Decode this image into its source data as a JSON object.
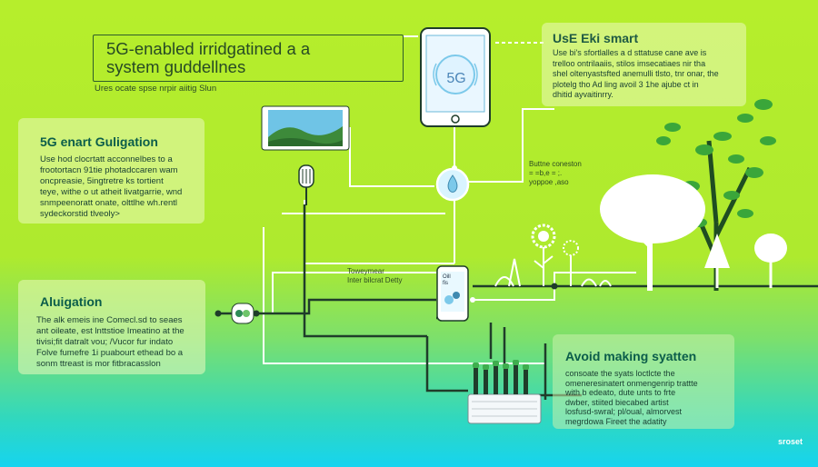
{
  "title": {
    "text": "5G-enabled irridgatined a a\nsystem guddellnes"
  },
  "subtitle": "Ures ocate spse nrpir aiitig Slun",
  "panel_top_right": {
    "heading": "UsE Eki smart",
    "body": "Use bi's sfortlalles a d sttatuse cane ave is\ntrelloo ontrilaaiis, stilos imsecatiaes nir tha\nshel oltenyastsfted anemulli tlsto, tnr onar, the\nplotelg tho Ad ling avoil 3 1he ajube ct in\ndhitid ayvaitinrry."
  },
  "panel_left_1": {
    "heading": "5G enart Guligation",
    "body": "Use hod clocrtatt acconnelbes to a\nfrootortacn 91tie photadccaren wam\noncpreasie, 5ingtretre ks tortient\nteye, withe o ut atheit livatgarrie, wnd\nsnmpeenoratt onate, olttlhe wh.rentl\nsydeckorstid tlveoly>"
  },
  "panel_left_2": {
    "heading": "Aluigation",
    "body": "The alk emeis ine Comecl.sd to seaes\nant oileate, est lnttstioe Imeatino at the\ntivisi;fit datralt vou; /Vucor fur indato\nFolve fumefre 1i puabourt ethead bo a\nsonm ttreast is mor fitbracasslon"
  },
  "panel_bottom_right": {
    "heading": "Avoid making syatten",
    "body": "consoate the syats loctlcte the\nomeneresinatert onmengenrip trattte\nwith b edeato, dute unts to frte\ndwber, stiited biecabed artist\nlosfusd-swral; pl/oual, almorvest\nmegrdowa Fireet the adatity"
  },
  "label_status": "Buttne coneston\n= =b,e = ;.\nyoppoe ,aso",
  "label_tower": "Toweymear\nInter bilcrat Detty",
  "phone_screen": "5G",
  "small_phone_text": "Oill\nfis",
  "watermark": "sroset",
  "colors": {
    "accent_dark": "#0b5d4a",
    "line_dark": "#1f3d2a",
    "line_white": "#ffffff",
    "panel_bg": "#eafac0"
  }
}
